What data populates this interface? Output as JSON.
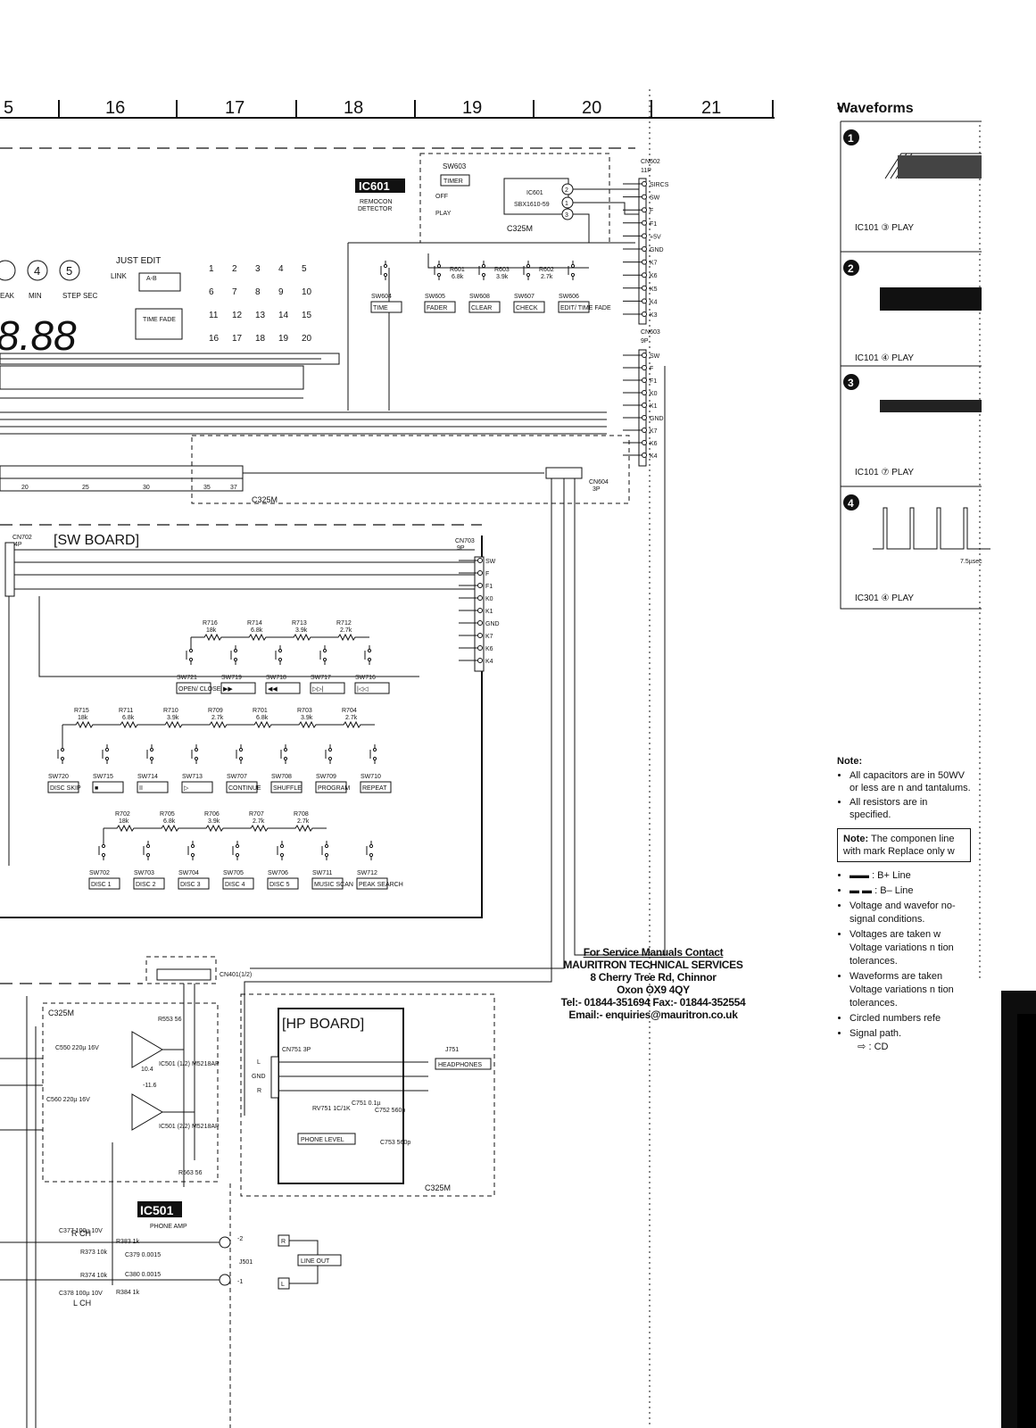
{
  "columns": [
    "5",
    "16",
    "17",
    "18",
    "19",
    "20",
    "21"
  ],
  "waveforms": {
    "title": "Waveforms",
    "panels": [
      {
        "num": "1",
        "caption": "IC101 ③ PLAY"
      },
      {
        "num": "2",
        "caption": "IC101 ④ PLAY"
      },
      {
        "num": "3",
        "caption": "IC101 ⑦ PLAY"
      },
      {
        "num": "4",
        "caption": "IC301 ④ PLAY",
        "time": "7.5µsec"
      }
    ]
  },
  "ic601": {
    "tag": "IC601",
    "desc1": "REMOCON",
    "desc2": "DETECTOR",
    "part": "SBX1610-59",
    "chip": "IC601",
    "net": "C325M"
  },
  "sw603": {
    "ref": "SW603",
    "label": "TIMER",
    "off": "OFF",
    "play": "PLAY"
  },
  "display": {
    "just_edit": "JUST EDIT",
    "link": "LINK",
    "ab": "A-B",
    "time_fade": "TIME FADE",
    "eak": "EAK",
    "min": "MIN",
    "step_sec": "STEP SEC",
    "circled": [
      "4",
      "5"
    ],
    "digits": "8.88",
    "numbers": [
      "1",
      "2",
      "3",
      "4",
      "5",
      "6",
      "7",
      "8",
      "9",
      "10",
      "11",
      "12",
      "13",
      "14",
      "15",
      "16",
      "17",
      "18",
      "19",
      "20"
    ]
  },
  "cn602": {
    "ref": "CN602",
    "pins": "11P",
    "lines": [
      "SIRCS",
      "SW",
      "F",
      "F1",
      "+5V",
      "GND",
      "K7",
      "K6",
      "K5",
      "K4",
      "K3"
    ]
  },
  "cn603": {
    "ref": "CN603",
    "pins": "9P",
    "lines": [
      "SW",
      "F",
      "F1",
      "K0",
      "K1",
      "GND",
      "K7",
      "K6",
      "K4"
    ]
  },
  "cn703": {
    "ref": "CN703",
    "pins": "9P",
    "lines": [
      "SW",
      "F",
      "F1",
      "K0",
      "K1",
      "GND",
      "K7",
      "K6",
      "K4"
    ]
  },
  "cn604": {
    "ref": "CN604",
    "pins": "3P",
    "lines": [
      "L",
      "GND",
      "R"
    ]
  },
  "cn702": {
    "ref": "CN702",
    "pins": "4P"
  },
  "top_switches": [
    {
      "ref": "SW604",
      "label": "TIME"
    },
    {
      "ref": "SW605",
      "label": "FADER"
    },
    {
      "ref": "SW608",
      "label": "CLEAR"
    },
    {
      "ref": "SW607",
      "label": "CHECK"
    },
    {
      "ref": "SW606",
      "label": "EDIT/ TIME FADE"
    }
  ],
  "top_resistors": [
    {
      "ref": "R601",
      "val": "6.8k"
    },
    {
      "ref": "R603",
      "val": "3.9k"
    },
    {
      "ref": "R602",
      "val": "2.7k"
    }
  ],
  "sw_board": {
    "title": "[SW BOARD]",
    "row1_res": [
      {
        "ref": "R716",
        "val": "18k"
      },
      {
        "ref": "R714",
        "val": "6.8k"
      },
      {
        "ref": "R713",
        "val": "3.9k"
      },
      {
        "ref": "R712",
        "val": "2.7k"
      }
    ],
    "row1_sw": [
      {
        "ref": "SW721",
        "label": "OPEN/ CLOSE"
      },
      {
        "ref": "SW719",
        "label": "▶▶"
      },
      {
        "ref": "SW718",
        "label": "◀◀"
      },
      {
        "ref": "SW717",
        "label": "▷▷|"
      },
      {
        "ref": "SW716",
        "label": "|◁◁"
      }
    ],
    "row2_res": [
      {
        "ref": "R715",
        "val": "18k"
      },
      {
        "ref": "R711",
        "val": "6.8k"
      },
      {
        "ref": "R710",
        "val": "3.9k"
      },
      {
        "ref": "R709",
        "val": "2.7k"
      },
      {
        "ref": "R701",
        "val": "6.8k"
      },
      {
        "ref": "R703",
        "val": "3.9k"
      },
      {
        "ref": "R704",
        "val": "2.7k"
      }
    ],
    "row2_sw": [
      {
        "ref": "SW720",
        "label": "DISC SKIP"
      },
      {
        "ref": "SW715",
        "label": "■"
      },
      {
        "ref": "SW714",
        "label": "II"
      },
      {
        "ref": "SW713",
        "label": "▷"
      },
      {
        "ref": "SW707",
        "label": "CONTINUE"
      },
      {
        "ref": "SW708",
        "label": "SHUFFLE"
      },
      {
        "ref": "SW709",
        "label": "PROGRAM"
      },
      {
        "ref": "SW710",
        "label": "REPEAT"
      }
    ],
    "row3_res": [
      {
        "ref": "R702",
        "val": "18k"
      },
      {
        "ref": "R705",
        "val": "6.8k"
      },
      {
        "ref": "R706",
        "val": "3.9k"
      },
      {
        "ref": "R707",
        "val": "2.7k"
      },
      {
        "ref": "R708",
        "val": "2.7k"
      }
    ],
    "row3_sw": [
      {
        "ref": "SW702",
        "label": "DISC 1"
      },
      {
        "ref": "SW703",
        "label": "DISC 2"
      },
      {
        "ref": "SW704",
        "label": "DISC 3"
      },
      {
        "ref": "SW705",
        "label": "DISC 4"
      },
      {
        "ref": "SW706",
        "label": "DISC 5"
      },
      {
        "ref": "SW711",
        "label": "MUSIC SCAN"
      },
      {
        "ref": "SW712",
        "label": "PEAK SEARCH"
      }
    ]
  },
  "c325m": "C325M",
  "bus_numbers": [
    "20",
    "25",
    "30",
    "35",
    "37"
  ],
  "cn401": "CN401(1/2)",
  "amp": {
    "tag": "IC501",
    "desc": "PHONE AMP",
    "r553": "R553 56",
    "r563": "R563 56",
    "ic_a": "IC501 (1/2) M5218AP",
    "ic_b": "IC501 (2/2) M5218AP",
    "c550": "C550 220µ 16V",
    "c560": "C560 220µ 16V",
    "v1": "10.4",
    "v2": "-11.6",
    "rch": "R CH",
    "lch": "L CH",
    "c377": "C377 100µ 10V",
    "c378": "C378 100µ 10V",
    "r373": "R373 10k",
    "r374": "R374 10k",
    "r383": "R383 1k",
    "r384": "R384 1k",
    "c379": "C379 0.0015",
    "c380": "C380 0.0015",
    "j501": "J501",
    "line_out": "LINE OUT",
    "r": "R",
    "l": "L",
    "pin2": "-2",
    "pin1": "-1"
  },
  "hp_board": {
    "title": "[HP BOARD]",
    "cn751": "CN751 3P",
    "j751": "J751",
    "headphones": "HEADPHONES",
    "rv751": "RV751 1C/1K",
    "c751": "C751 0.1µ",
    "c752": "C752 560p",
    "c753": "C753 560p",
    "phone_level": "PHONE LEVEL",
    "net": "C325M"
  },
  "contact": {
    "heading": "For Service Manuals Contact",
    "line1": "MAURITRON TECHNICAL SERVICES",
    "line2": "8 Cherry Tree Rd, Chinnor",
    "line3": "Oxon OX9 4QY",
    "line4": "Tel:- 01844-351694 Fax:- 01844-352554",
    "line5": "Email:- enquiries@mauritron.co.uk"
  },
  "notes": {
    "title": "Note:",
    "items": [
      "All capacitors are in 50WV or less are n and tantalums.",
      "All resistors are in specified."
    ],
    "box_title": "Note:",
    "box_text": "The componen line with mark Replace only w",
    "legend": [
      ": B+ Line",
      ": B– Line",
      "Voltage and wavefor no-signal conditions.",
      "Voltages are taken w Voltage variations n tion tolerances.",
      "Waveforms are taken Voltage variations n tion tolerances.",
      "Circled numbers refe",
      "Signal path."
    ],
    "cd": ": CD"
  }
}
